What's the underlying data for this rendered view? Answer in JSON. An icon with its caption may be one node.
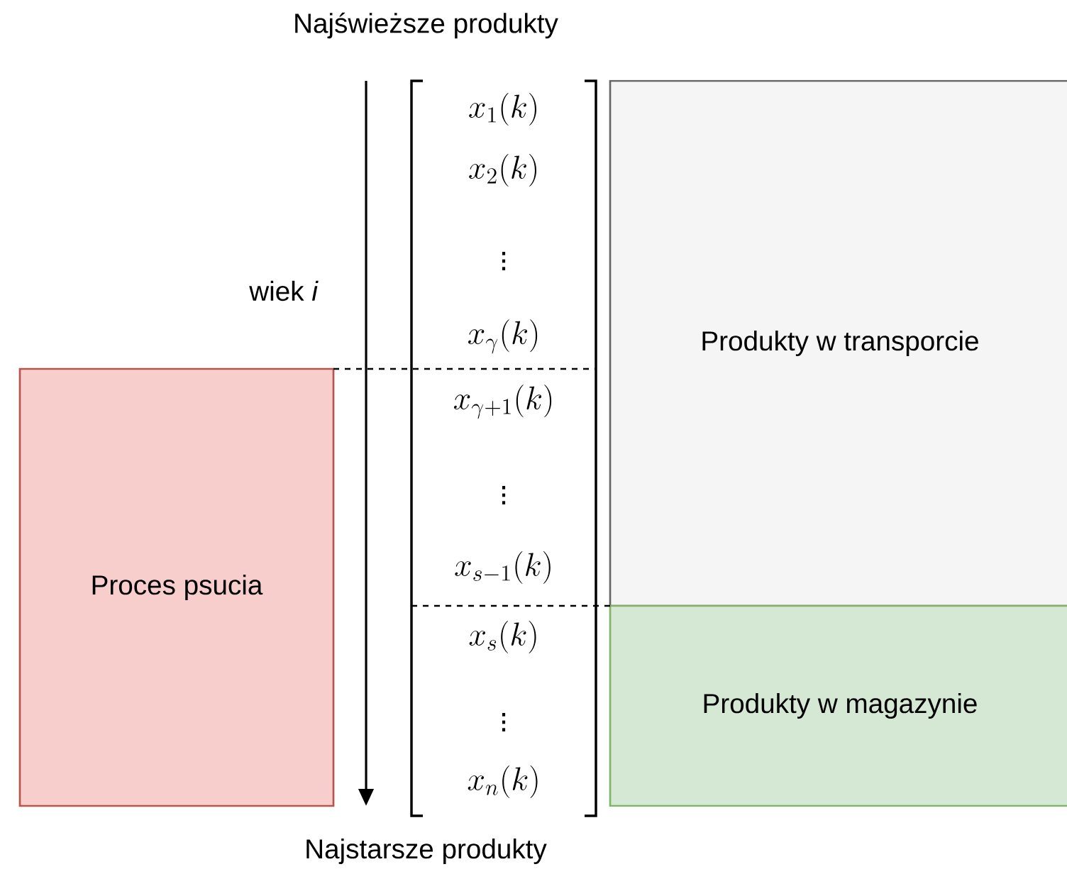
{
  "diagram": {
    "nodes": [
      {
        "text": [
          "Proces psucia"
        ]
      },
      {
        "text": [
          "Produkty w transporcie"
        ]
      },
      {
        "text": [
          "Produkty w magazynie"
        ]
      }
    ],
    "labels": [
      "Najświeższe produkty",
      "wiek *i*",
      "x_1(k)",
      "x_2(k)",
      "\\vdots",
      "x_\\gamma(k)",
      "x_{\\gamma+1}(k)",
      "\\vdots",
      "x_{s-1}(k)",
      "x_s(k)",
      "\\vdots",
      "x_n(k)",
      "Najstarsze produkty"
    ]
  }
}
